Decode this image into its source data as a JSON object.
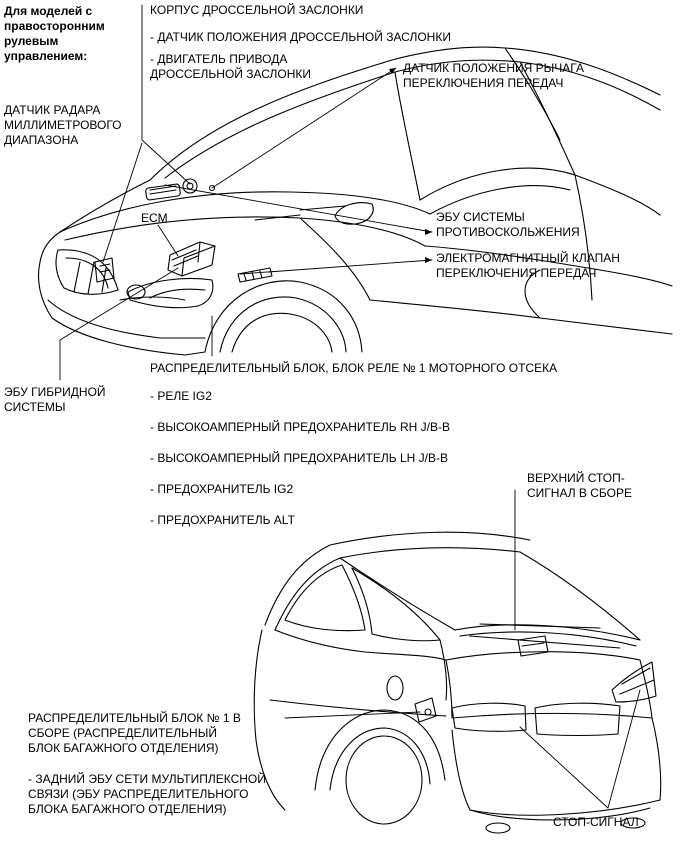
{
  "note": {
    "line1": "Для моделей с",
    "line2": "правосторонним",
    "line3": "рулевым",
    "line4": "управлением:"
  },
  "labels": {
    "throttle_body": "КОРПУС ДРОССЕЛЬНОЙ ЗАСЛОНКИ",
    "throttle_sensor": "- ДАТЧИК ПОЛОЖЕНИЯ ДРОССЕЛЬНОЙ ЗАСЛОНКИ",
    "throttle_motor_1": "- ДВИГАТЕЛЬ ПРИВОДА",
    "throttle_motor_2": "ДРОССЕЛЬНОЙ ЗАСЛОНКИ",
    "shift_sensor_1": "ДАТЧИК ПОЛОЖЕНИЯ РЫЧАГА",
    "shift_sensor_2": "ПЕРЕКЛЮЧЕНИЯ ПЕРЕДАЧ",
    "radar_1": "ДАТЧИК РАДАРА",
    "radar_2": "МИЛЛИМЕТРОВОГО",
    "radar_3": "ДИАПАЗОНА",
    "ecm": "ECM",
    "precrash_1": "ЭБУ СИСТЕМЫ",
    "precrash_2": "ПРОТИВОСКОЛЬЖЕНИЯ",
    "shift_solenoid_1": "ЭЛЕКТРОМАГНИТНЫЙ КЛАПАН",
    "shift_solenoid_2": "ПЕРЕКЛЮЧЕНИЯ ПЕРЕДАЧ",
    "hybrid_ecu_1": "ЭБУ ГИБРИДНОЙ",
    "hybrid_ecu_2": "СИСТЕМЫ",
    "engine_relay_block": "РАСПРЕДЕЛИТЕЛЬНЫЙ БЛОК, БЛОК РЕЛЕ № 1 МОТОРНОГО ОТСЕКА",
    "relay_ig2": "- РЕЛЕ IG2",
    "fuse_rh": "- ВЫСОКОАМПЕРНЫЙ ПРЕДОХРАНИТЕЛЬ RH J/B-B",
    "fuse_lh": "- ВЫСОКОАМПЕРНЫЙ ПРЕДОХРАНИТЕЛЬ LH J/B-B",
    "fuse_ig2": "- ПРЕДОХРАНИТЕЛЬ IG2",
    "fuse_alt": "- ПРЕДОХРАНИТЕЛЬ ALT",
    "high_stop_1": "ВЕРХНИЙ СТОП-",
    "high_stop_2": "СИГНАЛ В СБОРЕ",
    "luggage_jb_1": "РАСПРЕДЕЛИТЕЛЬНЫЙ БЛОК № 1 В",
    "luggage_jb_2": "СБОРЕ (РАСПРЕДЕЛИТЕЛЬНЫЙ",
    "luggage_jb_3": "БЛОК БАГАЖНОГО ОТДЕЛЕНИЯ)",
    "rear_ecu_1": "- ЗАДНИЙ ЭБУ СЕТИ МУЛЬТИПЛЕКСНОЙ",
    "rear_ecu_2": "СВЯЗИ (ЭБУ РАСПРЕДЕЛИТЕЛЬНОГО",
    "rear_ecu_3": "БЛОКА БАГАЖНОГО ОТДЕЛЕНИЯ)",
    "stop_lamp": "СТОП-СИГНАЛ"
  }
}
